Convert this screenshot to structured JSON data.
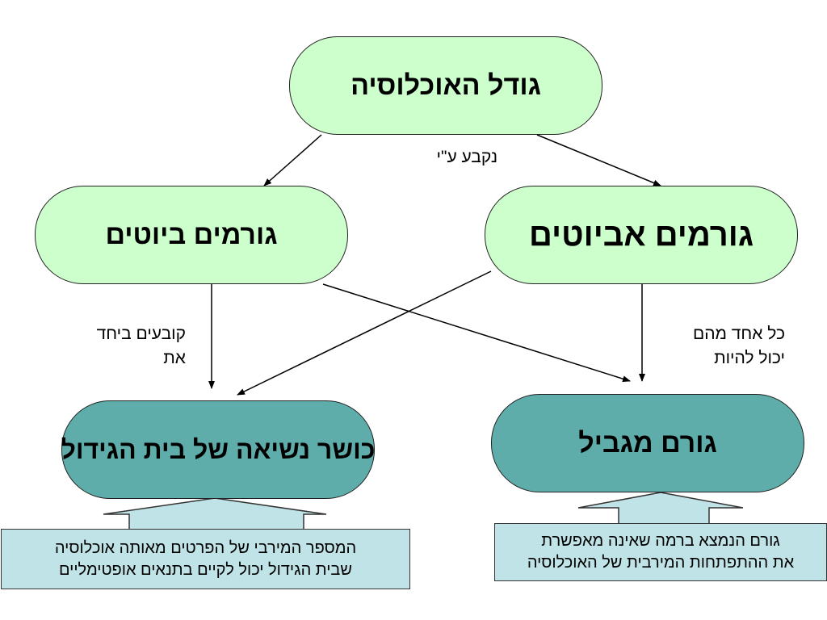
{
  "nodes": {
    "top": "גודל האוכלוסיה",
    "biotic": "גורמים ביוטים",
    "abiotic": "גורמים אביוטים",
    "carrying_capacity": "כושר נשיאה של בית הגידול",
    "limiting_factor": "גורם מגביל"
  },
  "edge_labels": {
    "determined_by": "נקבע ע\"י",
    "together_determine_line1": "קובעים ביחד",
    "together_determine_line2": "את",
    "each_can_be_line1": "כל אחד מהם",
    "each_can_be_line2": "יכול להיות"
  },
  "callouts": {
    "carrying_line1": "המספר המירבי של הפרטים מאותה אוכלוסיה",
    "carrying_line2": "שבית הגידול יכול לקיים בתנאים אופטימליים",
    "limiting_line1": "גורם הנמצא ברמה שאינה מאפשרת",
    "limiting_line2": "את ההתפתחות המירבית של האוכלוסיה"
  },
  "colors": {
    "light_node": "#ccffcc",
    "dark_node": "#5fadaa",
    "callout": "#bfe3e6"
  }
}
